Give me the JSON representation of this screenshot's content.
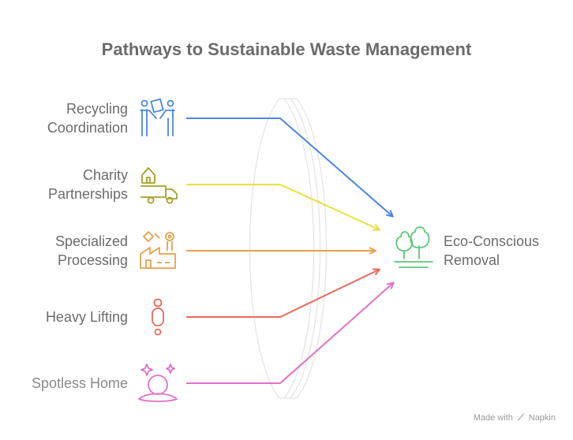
{
  "title": "Pathways to Sustainable Waste Management",
  "sources": [
    {
      "line1": "Recycling",
      "line2": "Coordination",
      "icon": "workers-icon",
      "color": "#4a86e0"
    },
    {
      "line1": "Charity",
      "line2": "Partnerships",
      "icon": "delivery-truck-icon",
      "color": "#e8e03a"
    },
    {
      "line1": "Specialized",
      "line2": "Processing",
      "icon": "factory-icon",
      "color": "#e8a04a"
    },
    {
      "line1": "",
      "line2": "Heavy Lifting",
      "icon": "person-icon",
      "color": "#e86a5a"
    },
    {
      "line1": "",
      "line2": "Spotless Home",
      "icon": "meditation-sparkle-icon",
      "color": "#e070c8"
    }
  ],
  "target": {
    "line1": "Eco-Conscious",
    "line2": "Removal",
    "icon": "trees-icon",
    "color": "#5cc87a"
  },
  "brand": {
    "prefix": "Made with",
    "name": "Napkin"
  }
}
